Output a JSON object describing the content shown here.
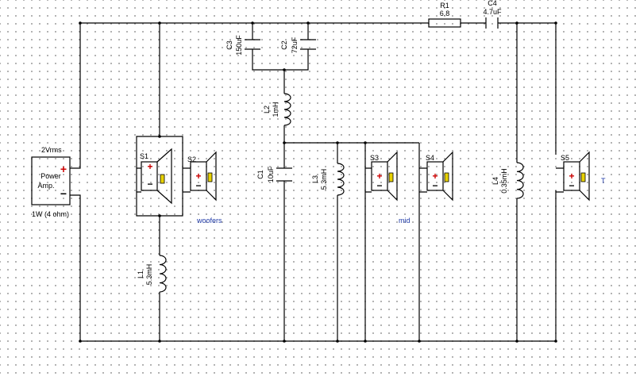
{
  "source": {
    "name": "Power Amp.",
    "line1": "Power",
    "line2": "Amp.",
    "voltage": "2Vrms",
    "power": "1W (4 ohm)",
    "plus": "+",
    "minus": "−"
  },
  "components": {
    "R1": {
      "ref": "R1",
      "value": "6.8"
    },
    "C4": {
      "ref": "C4",
      "value": "4.7uF"
    },
    "C3": {
      "ref": "C3",
      "value": "150uF"
    },
    "C2": {
      "ref": "C2",
      "value": "72uF"
    },
    "L2": {
      "ref": "L2",
      "value": "1mH"
    },
    "C1": {
      "ref": "C1",
      "value": "10uF"
    },
    "L3": {
      "ref": "L3",
      "value": "5.3mH"
    },
    "L1": {
      "ref": "L1",
      "value": "5.3mH"
    },
    "L4": {
      "ref": "L4",
      "value": "0.35mH"
    }
  },
  "speakers": {
    "S1": {
      "ref": "S1"
    },
    "S2": {
      "ref": "S2"
    },
    "S3": {
      "ref": "S3"
    },
    "S4": {
      "ref": "S4"
    },
    "S5": {
      "ref": "S5"
    }
  },
  "groups": {
    "woofers": "woofers",
    "mid": "mid",
    "tweeter": "T"
  },
  "colors": {
    "label_blue": "#1f3aa8",
    "plus_red": "#cc0000",
    "excl_yellow": "#e8d200"
  }
}
